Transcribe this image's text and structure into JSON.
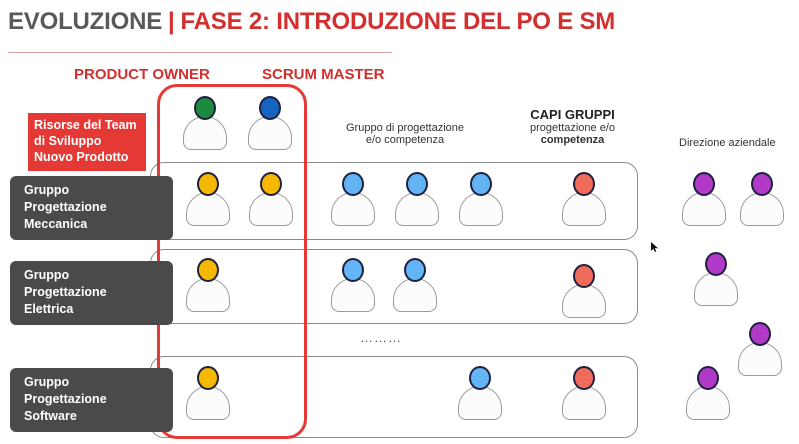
{
  "header": {
    "title_left": "EVOLUZIONE",
    "separator": "|",
    "title_right": "FASE 2: INTRODUZIONE DEL PO E SM"
  },
  "roles": {
    "product_owner": "PRODUCT OWNER",
    "scrum_master": "SCRUM MASTER"
  },
  "team": {
    "lines": [
      "Risorse del Team",
      "di Sviluppo",
      "Nuovo Prodotto"
    ]
  },
  "columns": {
    "gruppo": [
      "Gruppo di progettazione",
      "e/o competenza"
    ],
    "capi_title": "CAPI GRUPPI",
    "capi_line1": "progettazione e/o",
    "capi_line2": "competenza",
    "direzione": "Direzione aziendale"
  },
  "groups": [
    {
      "lines": [
        "Gruppo",
        "Progettazione",
        "Meccanica"
      ]
    },
    {
      "lines": [
        "Gruppo",
        "Progettazione",
        "Elettrica"
      ]
    },
    {
      "lines": [
        "Gruppo",
        "Progettazione",
        "Software"
      ]
    }
  ],
  "ellipsis": "………",
  "colors": {
    "accent_red": "#d32f2f",
    "green": "#1e8a3e",
    "blue_dark": "#1565c0",
    "yellow": "#f5b800",
    "blue_light": "#64b5f6",
    "salmon": "#ef6c5a",
    "purple": "#b039c8"
  },
  "people": [
    {
      "role": "product-owner-header",
      "color": "green"
    },
    {
      "role": "scrum-master-header",
      "color": "blue_dark"
    },
    {
      "role": "meccanica-po",
      "color": "yellow"
    },
    {
      "role": "meccanica-sm",
      "color": "yellow"
    },
    {
      "role": "meccanica-member",
      "color": "blue_light"
    },
    {
      "role": "meccanica-member",
      "color": "blue_light"
    },
    {
      "role": "meccanica-member",
      "color": "blue_light"
    },
    {
      "role": "meccanica-capo",
      "color": "salmon"
    },
    {
      "role": "direzione",
      "color": "purple"
    },
    {
      "role": "direzione",
      "color": "purple"
    },
    {
      "role": "elettrica-po",
      "color": "yellow"
    },
    {
      "role": "elettrica-member",
      "color": "blue_light"
    },
    {
      "role": "elettrica-member",
      "color": "blue_light"
    },
    {
      "role": "elettrica-capo",
      "color": "salmon"
    },
    {
      "role": "direzione",
      "color": "purple"
    },
    {
      "role": "direzione",
      "color": "purple"
    },
    {
      "role": "software-po",
      "color": "yellow"
    },
    {
      "role": "software-member",
      "color": "blue_light"
    },
    {
      "role": "software-capo",
      "color": "salmon"
    },
    {
      "role": "direzione",
      "color": "purple"
    }
  ]
}
